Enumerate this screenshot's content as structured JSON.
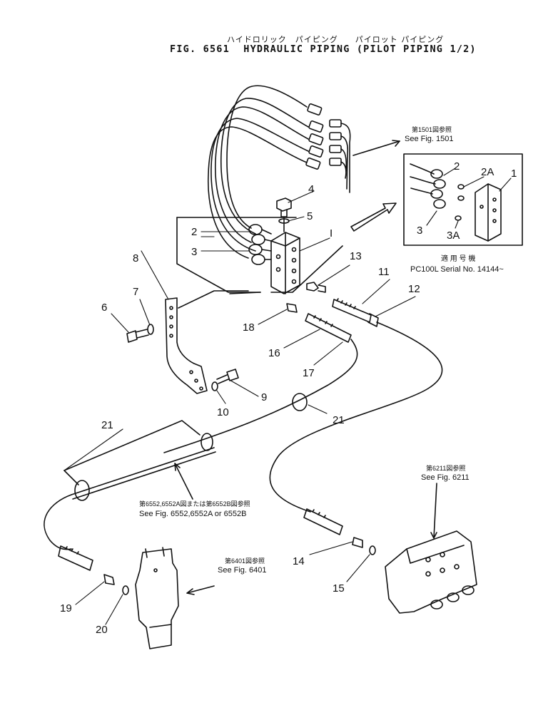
{
  "header": {
    "jp_title": "ハイドロリック　パイピング　　パイロット パイピング",
    "fig_label": "FIG. 6561",
    "title": "HYDRAULIC PIPING (PILOT PIPING 1/2)"
  },
  "references": {
    "fig1501_jp": "第1501図参照",
    "fig1501": "See Fig. 1501",
    "fig6211_jp": "第6211図参照",
    "fig6211": "See Fig. 6211",
    "fig6552_jp": "第6552,6552A図または第6552B図参照",
    "fig6552": "See Fig. 6552,6552A or 6552B",
    "fig6401_jp": "第6401図参照",
    "fig6401": "See Fig. 6401"
  },
  "inset": {
    "serial_jp": "適 用 号 機",
    "serial": "PC100L Serial No. 14144~"
  },
  "detail_marker": "I",
  "callouts": {
    "c1": "1",
    "c2": "2",
    "c2a": "2A",
    "c3": "3",
    "c3a": "3A",
    "c2_main": "2",
    "c3_main": "3",
    "c4": "4",
    "c5": "5",
    "c6": "6",
    "c7": "7",
    "c8": "8",
    "c9": "9",
    "c10": "10",
    "c11": "11",
    "c12": "12",
    "c13": "13",
    "c14": "14",
    "c15": "15",
    "c16": "16",
    "c17": "17",
    "c18": "18",
    "c19": "19",
    "c20": "20",
    "c21a": "21",
    "c21b": "21"
  }
}
